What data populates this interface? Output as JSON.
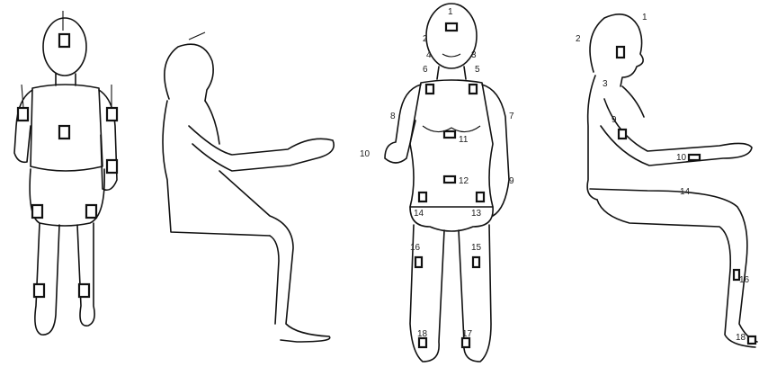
{
  "figures": [
    {
      "id": "back-view",
      "labels": []
    },
    {
      "id": "side-view-plain",
      "labels": []
    },
    {
      "id": "front-view",
      "labels": [
        "1",
        "2",
        "3",
        "4",
        "5",
        "6",
        "7",
        "8",
        "9",
        "10",
        "11",
        "12",
        "13",
        "14",
        "15",
        "16",
        "17",
        "18"
      ]
    },
    {
      "id": "side-view-numbered",
      "labels": [
        "1",
        "2",
        "3",
        "9",
        "10",
        "14",
        "16",
        "18"
      ]
    }
  ],
  "colors": {
    "line": "#111111",
    "background": "#ffffff"
  }
}
